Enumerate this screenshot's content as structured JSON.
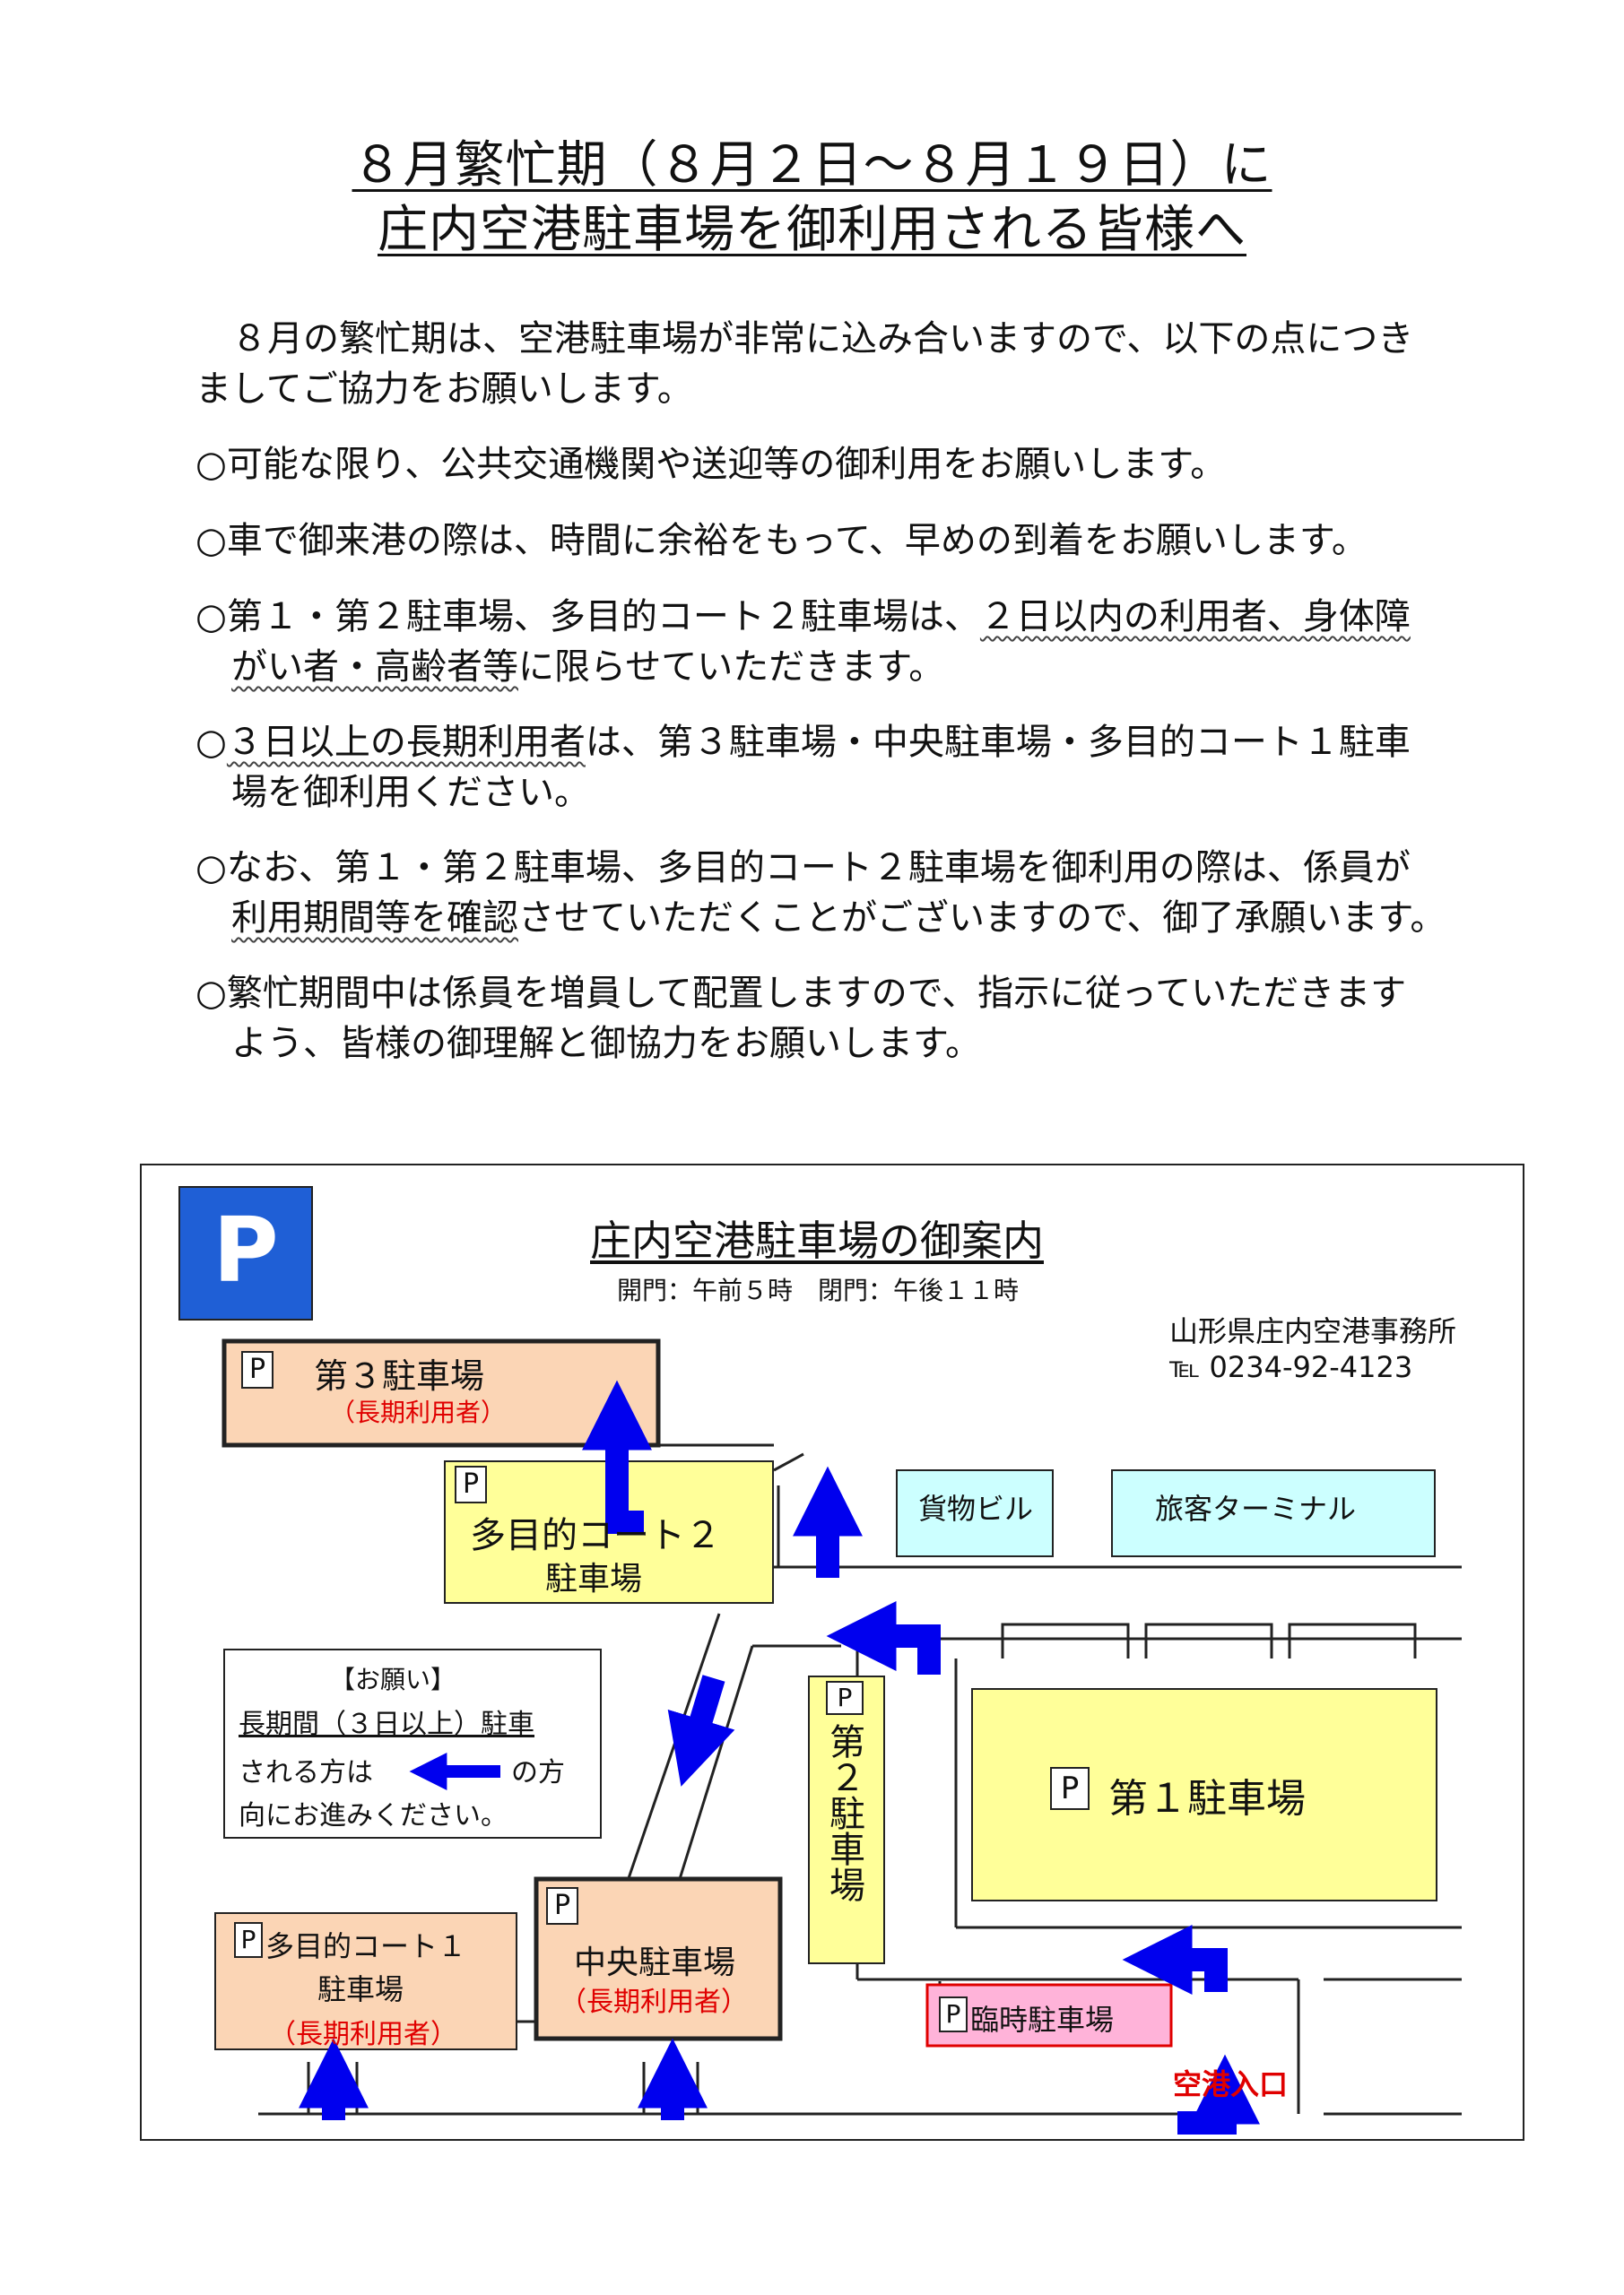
{
  "header": {
    "title_line1": "８月繁忙期（８月２日～８月１９日）に",
    "title_line2": "庄内空港駐車場を御利用される皆様へ"
  },
  "intro": {
    "line1": "　８月の繁忙期は、空港駐車場が非常に込み合いますので、以下の点につき",
    "line2": "ましてご協力をお願いします。"
  },
  "items": {
    "i1": "○可能な限り、公共交通機関や送迎等の御利用をお願いします。",
    "i2": "○車で御来港の際は、時間に余裕をもって、早めの到着をお願いします。",
    "i3a_pre": "○第１・第２駐車場、多目的コート２駐車場は、",
    "i3a_emph": "２日以内の利用者、身体障",
    "i3b_emph": "がい者・高齢者等",
    "i3b_post": "に限らせていただきます。",
    "i4a_emph": "３日以上の長期利用者",
    "i4a_pre": "○",
    "i4a_post": "は、第３駐車場・中央駐車場・多目的コート１駐車",
    "i4b": "　場を御利用ください。",
    "i5a": "○なお、第１・第２駐車場、多目的コート２駐車場を御利用の際は、係員が",
    "i5b_emph": "利用期間等を確認",
    "i5b_post": "させていただくことがございますので、御了承願います。",
    "i6a": "○繁忙期間中は係員を増員して配置しますので、指示に従っていただきます",
    "i6b": "　よう、皆様の御理解と御協力をお願いします。"
  },
  "map": {
    "p_logo": "P",
    "title": "庄内空港駐車場の御案内",
    "hours": "開門：午前５時　閉門：午後１１時",
    "office": "山形県庄内空港事務所",
    "tel": "℡  0234-92-4123",
    "p_mark": "P",
    "lot3_name": "第３駐車場",
    "lot3_sub": "（長期利用者）",
    "court2_name": "多目的コート２",
    "court2_name2": "駐車場",
    "cargo": "貨物ビル",
    "terminal": "旅客ターミナル",
    "notice_title": "【お願い】",
    "notice_l1": "長期間（３日以上）駐車",
    "notice_l2a": "される方は",
    "notice_l2b": "の方",
    "notice_l3": "向にお進みください。",
    "lot2_name": "第２駐車場",
    "lot1_name": "第１駐車場",
    "court1_name": "多目的コート１",
    "court1_name2": "駐車場",
    "court1_sub": "（長期利用者）",
    "central_name": "中央駐車場",
    "central_sub": "（長期利用者）",
    "temp_name": "臨時駐車場",
    "entrance": "空港入口"
  },
  "colors": {
    "lot_orange": "#fbd5b5",
    "lot_yellow": "#ffff99",
    "building_cyan": "#ccffff",
    "temp_pink": "#ffb3d9",
    "arrow_blue": "#0000ee",
    "red_text": "#e00000",
    "logo_blue": "#1f5fd6"
  }
}
